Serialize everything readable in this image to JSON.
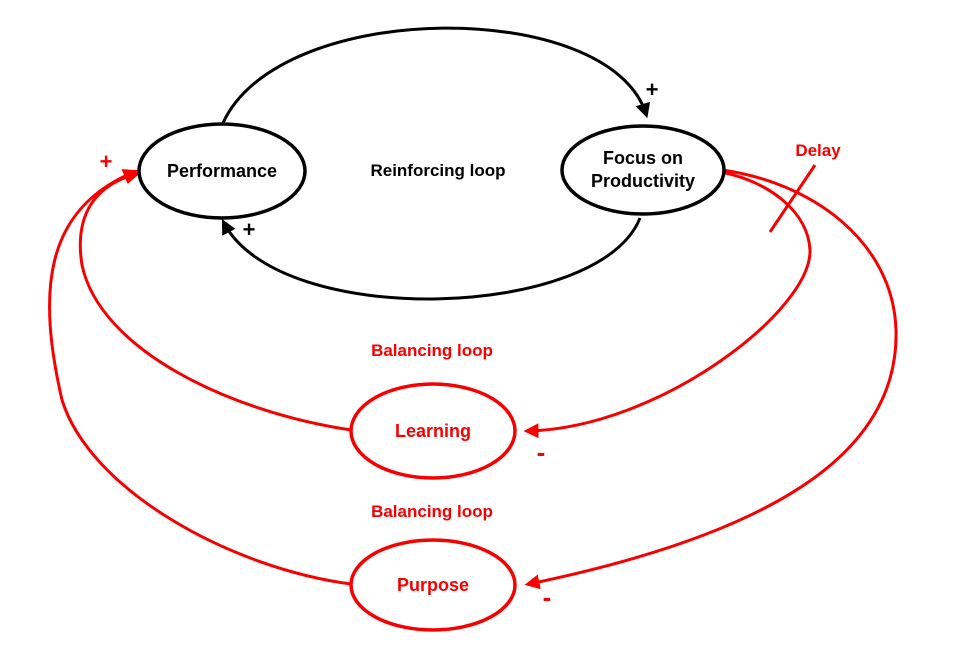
{
  "diagram": {
    "type": "causal-loop-diagram",
    "background_color": "#ffffff",
    "colors": {
      "reinforcing_loop": "#000000",
      "balancing_loop": "#f70000"
    },
    "nodes": {
      "performance": {
        "label": "Performance",
        "color": "#000000"
      },
      "focus": {
        "line1": "Focus on",
        "line2": "Productivity",
        "color": "#000000"
      },
      "learning": {
        "label": "Learning",
        "color": "#f70000"
      },
      "purpose": {
        "label": "Purpose",
        "color": "#f70000"
      }
    },
    "labels": {
      "reinforcing": "Reinforcing loop",
      "balancing1": "Balancing loop",
      "balancing2": "Balancing loop",
      "delay": "Delay"
    },
    "signs": {
      "performance_to_focus": "+",
      "focus_to_performance": "+",
      "loops_to_performance": "+",
      "focus_to_learning": "-",
      "focus_to_purpose": "-"
    }
  }
}
